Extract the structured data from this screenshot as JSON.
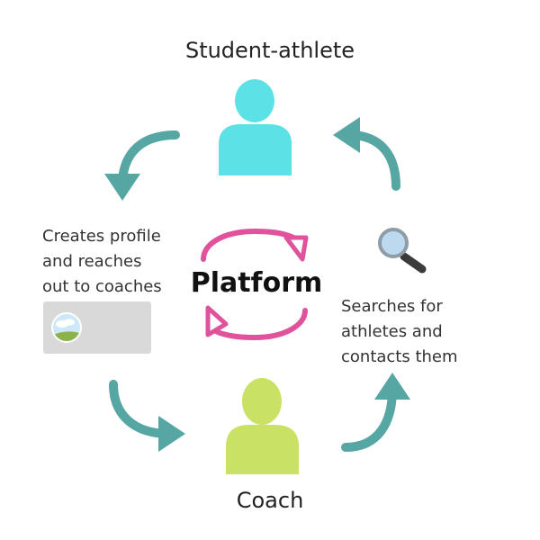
{
  "diagram": {
    "top_node": {
      "label": "Student-athlete",
      "icon": "person-icon",
      "color": "#5ce1e6"
    },
    "bottom_node": {
      "label": "Coach",
      "icon": "person-icon",
      "color": "#c9e265"
    },
    "center": {
      "label": "Platform",
      "icon": "refresh-cycle-icon",
      "color": "#e0529c"
    },
    "left_step": {
      "lines": [
        "Creates profile",
        "and reaches",
        "out to coaches"
      ],
      "image_icon": "profile-image-placeholder-icon"
    },
    "right_step": {
      "lines": [
        "Searches for",
        "athletes and",
        "contacts them"
      ],
      "icon": "magnifying-glass-icon"
    },
    "arrow_color": "#56a6a3"
  }
}
